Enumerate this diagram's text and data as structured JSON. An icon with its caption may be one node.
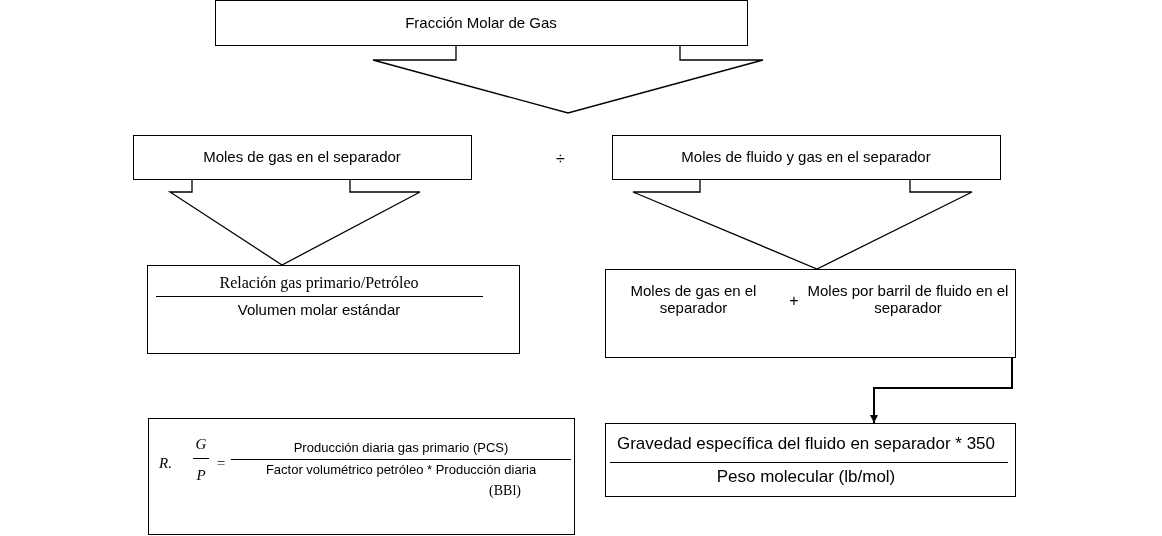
{
  "diagram": {
    "nodes": [
      {
        "text": [
          "Fracción Molar de Gas"
        ]
      },
      {
        "text": [
          "Moles de gas en el separador"
        ]
      },
      {
        "text": [
          "Moles de fluido y gas en el separador"
        ]
      },
      {
        "text": [
          "Relación gas primario/Petróleo",
          "Volumen molar estándar"
        ]
      },
      {
        "text": [
          "Moles de gas en el separador",
          "+",
          "Moles por barril de fluido en el separador"
        ]
      },
      {
        "text": [
          "Gravedad específica del fluido en separador * 350",
          "Peso molecular (lb/mol)"
        ]
      },
      {
        "text": [
          "R.",
          "G",
          "P",
          "=",
          "Producción diaria gas primario (PCS)",
          "Factor volumétrico petróleo * Producción diaria",
          "(BBl)"
        ]
      }
    ],
    "edges": [
      {
        "from": 0,
        "to": null,
        "arrow": "to",
        "style": "thick"
      },
      {
        "from": 1,
        "to": 3,
        "arrow": "to",
        "style": "thick"
      },
      {
        "from": 2,
        "to": 4,
        "arrow": "to",
        "style": "thick"
      },
      {
        "from": 4,
        "to": 5,
        "arrow": "to"
      }
    ],
    "labels": [
      "÷"
    ]
  }
}
